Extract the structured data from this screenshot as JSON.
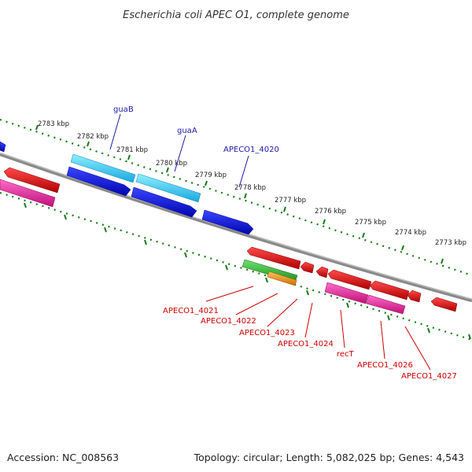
{
  "title": "Escherichia coli APEC O1, complete genome",
  "footer": {
    "accession": "Accession: NC_008563",
    "topology": "Topology: circular; Length: 5,082,025 bp; Genes: 4,543"
  },
  "colors": {
    "backbone": "#888888",
    "ticks": "#1a7a1a",
    "label_forward": "#1a1aa6",
    "label_reverse": "#cc0000",
    "gene_blue": "#0a10e0",
    "gene_cyan": "#28c8f0",
    "gene_red": "#e00000",
    "gene_pink": "#e8209a",
    "gene_green": "#30b830",
    "gene_orange": "#f09010"
  },
  "ticks": [
    "2783 kbp",
    "2782 kbp",
    "2781 kbp",
    "2780 kbp",
    "2779 kbp",
    "2778 kbp",
    "2777 kbp",
    "2776 kbp",
    "2775 kbp",
    "2774 kbp",
    "2773 kbp"
  ],
  "forward_labels": [
    "guaB",
    "guaA",
    "APECO1_4020"
  ],
  "reverse_labels": [
    "APECO1_4021",
    "APECO1_4022",
    "APECO1_4023",
    "APECO1_4024",
    "recT",
    "APECO1_4026",
    "APECO1_4027"
  ]
}
